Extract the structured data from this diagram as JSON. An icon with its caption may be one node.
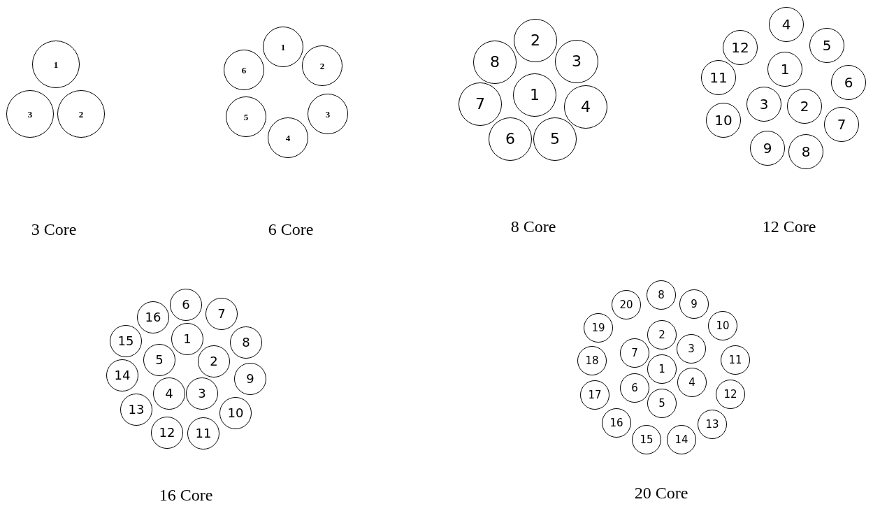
{
  "diagram": {
    "nodes": [
      {
        "text": [
          "1"
        ]
      },
      {
        "text": [
          "2"
        ]
      },
      {
        "text": [
          "3"
        ]
      },
      {
        "text": [
          "1"
        ]
      },
      {
        "text": [
          "2"
        ]
      },
      {
        "text": [
          "3"
        ]
      },
      {
        "text": [
          "4"
        ]
      },
      {
        "text": [
          "5"
        ]
      },
      {
        "text": [
          "6"
        ]
      },
      {
        "text": [
          "1"
        ]
      },
      {
        "text": [
          "2"
        ]
      },
      {
        "text": [
          "3"
        ]
      },
      {
        "text": [
          "4"
        ]
      },
      {
        "text": [
          "5"
        ]
      },
      {
        "text": [
          "6"
        ]
      },
      {
        "text": [
          "7"
        ]
      },
      {
        "text": [
          "8"
        ]
      },
      {
        "text": [
          "1"
        ]
      },
      {
        "text": [
          "2"
        ]
      },
      {
        "text": [
          "3"
        ]
      },
      {
        "text": [
          "4"
        ]
      },
      {
        "text": [
          "5"
        ]
      },
      {
        "text": [
          "6"
        ]
      },
      {
        "text": [
          "7"
        ]
      },
      {
        "text": [
          "8"
        ]
      },
      {
        "text": [
          "9"
        ]
      },
      {
        "text": [
          "10"
        ]
      },
      {
        "text": [
          "11"
        ]
      },
      {
        "text": [
          "12"
        ]
      },
      {
        "text": [
          "1"
        ]
      },
      {
        "text": [
          "2"
        ]
      },
      {
        "text": [
          "3"
        ]
      },
      {
        "text": [
          "4"
        ]
      },
      {
        "text": [
          "5"
        ]
      },
      {
        "text": [
          "6"
        ]
      },
      {
        "text": [
          "7"
        ]
      },
      {
        "text": [
          "8"
        ]
      },
      {
        "text": [
          "9"
        ]
      },
      {
        "text": [
          "10"
        ]
      },
      {
        "text": [
          "11"
        ]
      },
      {
        "text": [
          "12"
        ]
      },
      {
        "text": [
          "13"
        ]
      },
      {
        "text": [
          "14"
        ]
      },
      {
        "text": [
          "15"
        ]
      },
      {
        "text": [
          "16"
        ]
      },
      {
        "text": [
          "1"
        ]
      },
      {
        "text": [
          "2"
        ]
      },
      {
        "text": [
          "3"
        ]
      },
      {
        "text": [
          "4"
        ]
      },
      {
        "text": [
          "5"
        ]
      },
      {
        "text": [
          "6"
        ]
      },
      {
        "text": [
          "7"
        ]
      },
      {
        "text": [
          "8"
        ]
      },
      {
        "text": [
          "9"
        ]
      },
      {
        "text": [
          "10"
        ]
      },
      {
        "text": [
          "11"
        ]
      },
      {
        "text": [
          "12"
        ]
      },
      {
        "text": [
          "13"
        ]
      },
      {
        "text": [
          "14"
        ]
      },
      {
        "text": [
          "15"
        ]
      },
      {
        "text": [
          "16"
        ]
      },
      {
        "text": [
          "17"
        ]
      },
      {
        "text": [
          "18"
        ]
      },
      {
        "text": [
          "19"
        ]
      },
      {
        "text": [
          "20"
        ]
      }
    ],
    "labels": [
      "3 Core",
      "6 Core",
      "8 Core",
      "12 Core",
      "16 Core",
      "20 Core"
    ]
  }
}
